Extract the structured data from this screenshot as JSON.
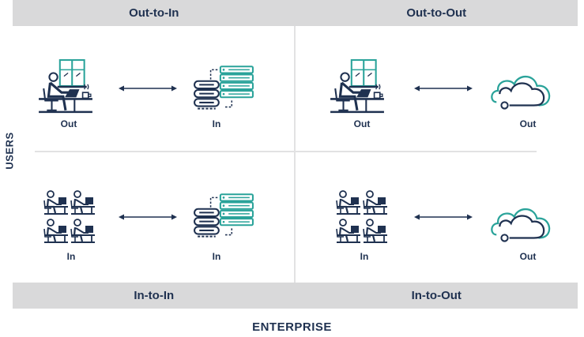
{
  "header": {
    "left_title": "Out-to-In",
    "right_title": "Out-to-Out"
  },
  "footer": {
    "left_title": "In-to-In",
    "right_title": "In-to-Out"
  },
  "axes": {
    "y_label": "USERS",
    "x_label": "ENTERPRISE"
  },
  "quadrants": {
    "top_left": {
      "user_label": "Out",
      "enterprise_label": "In",
      "user_icon": "remote-worker-icon",
      "enterprise_icon": "server-icon"
    },
    "top_right": {
      "user_label": "Out",
      "enterprise_label": "Out",
      "user_icon": "remote-worker-icon",
      "enterprise_icon": "cloud-icon"
    },
    "bottom_left": {
      "user_label": "In",
      "enterprise_label": "In",
      "user_icon": "office-workers-icon",
      "enterprise_icon": "server-icon"
    },
    "bottom_right": {
      "user_label": "In",
      "enterprise_label": "Out",
      "user_icon": "office-workers-icon",
      "enterprise_icon": "cloud-icon"
    }
  },
  "colors": {
    "navy": "#1f3150",
    "teal": "#2aa39a",
    "band": "#d9d9da"
  }
}
